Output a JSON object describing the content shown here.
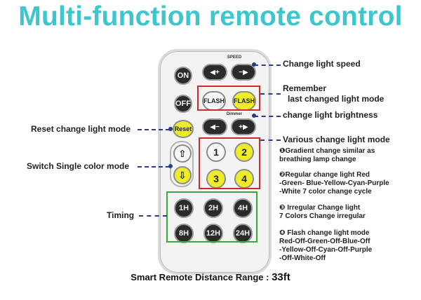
{
  "title": "Multi-function remote control",
  "buttons": {
    "on": "ON",
    "off": "OFF",
    "reset": "Reset",
    "speed_caption": "SPEED",
    "flash_left": "FLASH",
    "flash_right": "FLASH",
    "dimmer_caption": "Dimmer",
    "mode_1": "1",
    "mode_2": "2",
    "mode_3": "3",
    "mode_4": "4",
    "t1": "1H",
    "t2": "2H",
    "t4": "4H",
    "t8": "8H",
    "t12": "12H",
    "t24": "24H"
  },
  "labels": {
    "speed": "Change light speed",
    "remember_1": "Remember",
    "remember_2": "last changed light mode",
    "brightness": "change light brightness",
    "reset": "Reset change light mode",
    "various": "Various change light mode",
    "switch": "Switch Single color mode",
    "timing": "Timing"
  },
  "notes": {
    "n1_a": "❶Gradient change similar as",
    "n1_b": "breathing lamp change",
    "n2_a": "❷Regular change light Red",
    "n2_b": "-Green- Blue-Yellow-Cyan-Purple",
    "n2_c": "-White 7 color change cycle",
    "n3_a": "❸ Irregular Change light",
    "n3_b": "7 Colors Change irregular",
    "n4_a": "❹ Flash change light mode",
    "n4_b": "Red-Off-Green-Off-Blue-Off",
    "n4_c": "-Yellow-Off-Cyan-Off-Purple",
    "n4_d": "-Off-White-Off"
  },
  "footer": {
    "prefix": "Smart Remote Distance Range :",
    "value": "33ft"
  },
  "colors": {
    "title": "#3ec6cf",
    "yellow_button": "#ecec2a",
    "highlight_red": "#d22a2a",
    "highlight_green": "#3aaa3a",
    "leader_line": "#2b3a8c"
  }
}
